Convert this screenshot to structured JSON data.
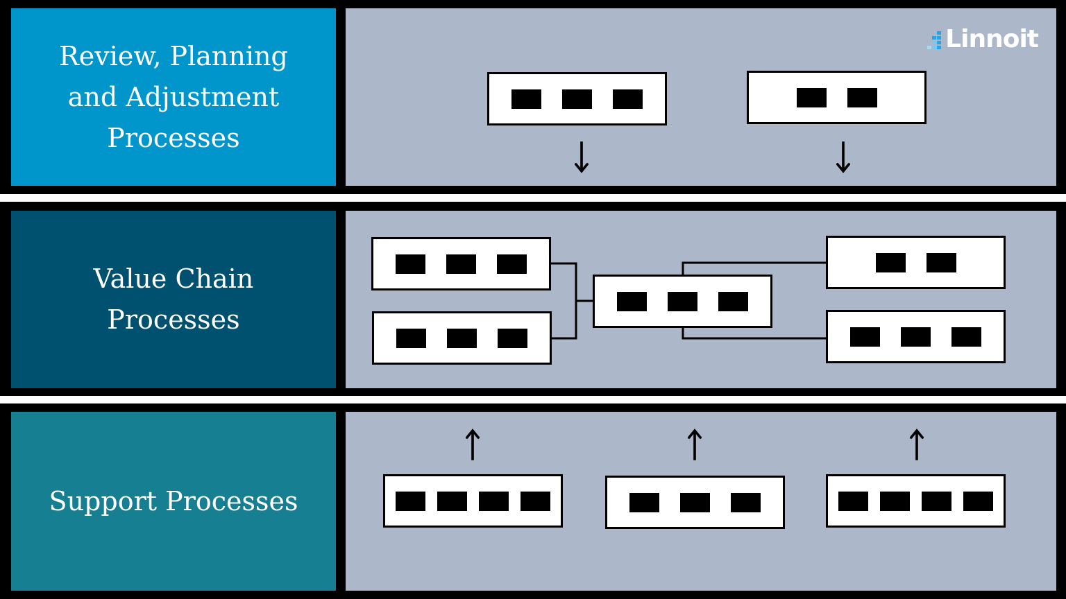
{
  "brand": {
    "logo_text": "Linnoit",
    "accent_color": "#2ba3e0"
  },
  "rows": [
    {
      "label": "Review, Planning and Adjustment Processes",
      "label_lines": [
        "Review, Planning",
        "and Adjustment",
        "Processes"
      ],
      "color": "#0096cc",
      "boxes": [
        {
          "blocks": 3
        },
        {
          "blocks": 2
        }
      ],
      "arrow_direction": "down"
    },
    {
      "label": "Value Chain Processes",
      "label_lines": [
        "Value Chain",
        "Processes"
      ],
      "color": "#00516f",
      "boxes": [
        {
          "blocks": 3
        },
        {
          "blocks": 3
        },
        {
          "blocks": 3
        },
        {
          "blocks": 2
        },
        {
          "blocks": 3
        }
      ],
      "arrow_direction": "none"
    },
    {
      "label": "Support Processes",
      "label_lines": [
        "Support Processes"
      ],
      "color": "#167f92",
      "boxes": [
        {
          "blocks": 4
        },
        {
          "blocks": 3
        },
        {
          "blocks": 4
        }
      ],
      "arrow_direction": "up"
    }
  ],
  "panel_color": "#acb7c9"
}
